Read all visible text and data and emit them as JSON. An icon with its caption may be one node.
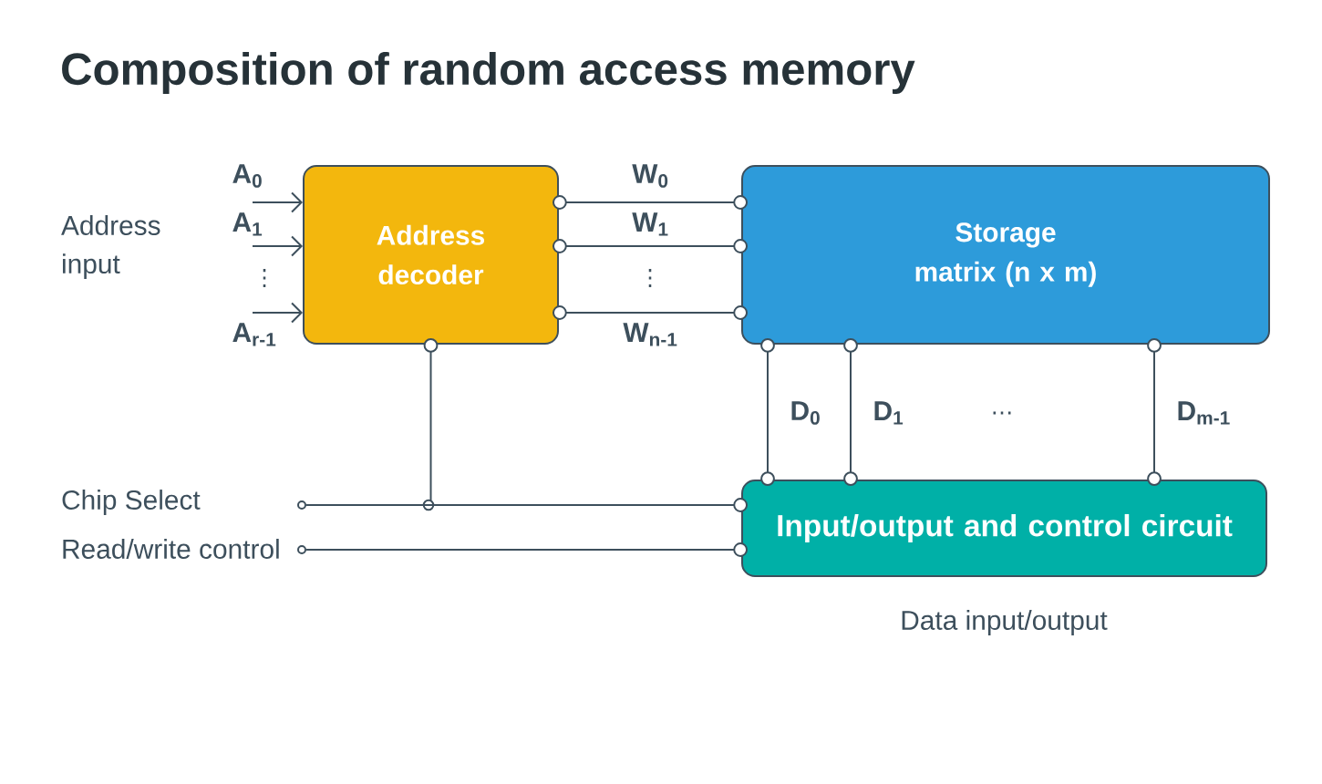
{
  "diagram": {
    "title": "Composition of random access memory",
    "nodes": [
      {
        "text": [
          "Address decoder"
        ]
      },
      {
        "text": [
          "Storage matrix (n x m)"
        ]
      },
      {
        "text": [
          "Input/output and control circuit"
        ]
      },
      {
        "text": [],
        "shape": "circle"
      },
      {
        "text": [],
        "shape": "circle"
      }
    ],
    "edges": [
      {
        "from": null,
        "to": 0,
        "arrow": "to",
        "label": "A$_{0}$"
      },
      {
        "from": null,
        "to": 0,
        "arrow": "to",
        "label": "A$_{1}$"
      },
      {
        "from": null,
        "to": 0,
        "arrow": "to",
        "label": "A$_{r-1}$"
      },
      {
        "from": 0,
        "to": 1,
        "arrow": "other",
        "label": "W$_{0}$"
      },
      {
        "from": 0,
        "to": 1,
        "arrow": "other",
        "label": "W$_{1}$"
      },
      {
        "from": 0,
        "to": 1,
        "arrow": "other",
        "label": "W$_{n-1}$"
      },
      {
        "from": 1,
        "to": 2,
        "arrow": "other",
        "label": "D$_{0}$"
      },
      {
        "from": 1,
        "to": 2,
        "arrow": "other",
        "label": "D$_{1}$"
      },
      {
        "from": 1,
        "to": 2,
        "arrow": "other",
        "label": "D$_{m-1}$"
      },
      {
        "from": 3,
        "to": 0,
        "arrow": "other"
      },
      {
        "from": 3,
        "to": 2,
        "arrow": "other"
      },
      {
        "from": 4,
        "to": 2,
        "arrow": "other"
      }
    ],
    "labels": [
      "Address input",
      "⋮",
      "⋮",
      "…",
      "Chip Select",
      "Read/write control",
      "Data input/output"
    ]
  }
}
